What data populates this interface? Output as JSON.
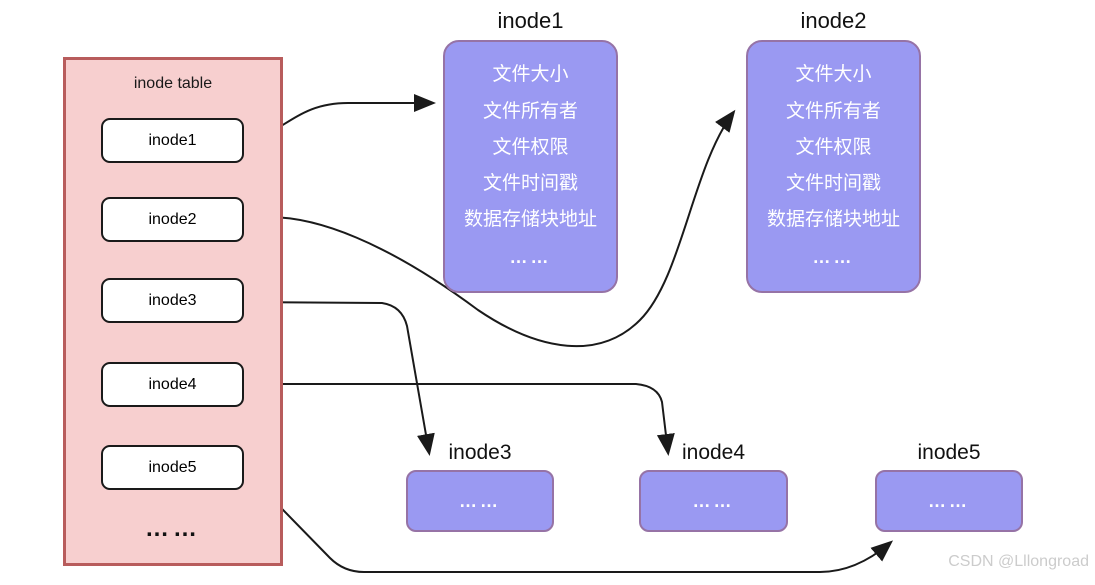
{
  "diagram": {
    "table": {
      "title": "inode table",
      "entries": [
        "inode1",
        "inode2",
        "inode3",
        "inode4",
        "inode5"
      ],
      "ellipsis": "……"
    },
    "detail_boxes": [
      {
        "title": "inode1",
        "fields": [
          "文件大小",
          "文件所有者",
          "文件权限",
          "文件时间戳",
          "数据存储块地址"
        ],
        "ellipsis": "……"
      },
      {
        "title": "inode2",
        "fields": [
          "文件大小",
          "文件所有者",
          "文件权限",
          "文件时间戳",
          "数据存储块地址"
        ],
        "ellipsis": "……"
      }
    ],
    "small_boxes": [
      {
        "title": "inode3",
        "ellipsis": "……"
      },
      {
        "title": "inode4",
        "ellipsis": "……"
      },
      {
        "title": "inode5",
        "ellipsis": "……"
      }
    ],
    "watermark": "CSDN @Lllongroad",
    "colors": {
      "table_fill": "#f7cfcf",
      "table_border": "#b85c5c",
      "node_fill": "#9a99f2",
      "node_border": "#9673a6",
      "entry_fill": "#ffffff",
      "entry_border": "#1a1a1a",
      "arrow": "#1a1a1a",
      "watermark_color": "#cccccc"
    }
  }
}
